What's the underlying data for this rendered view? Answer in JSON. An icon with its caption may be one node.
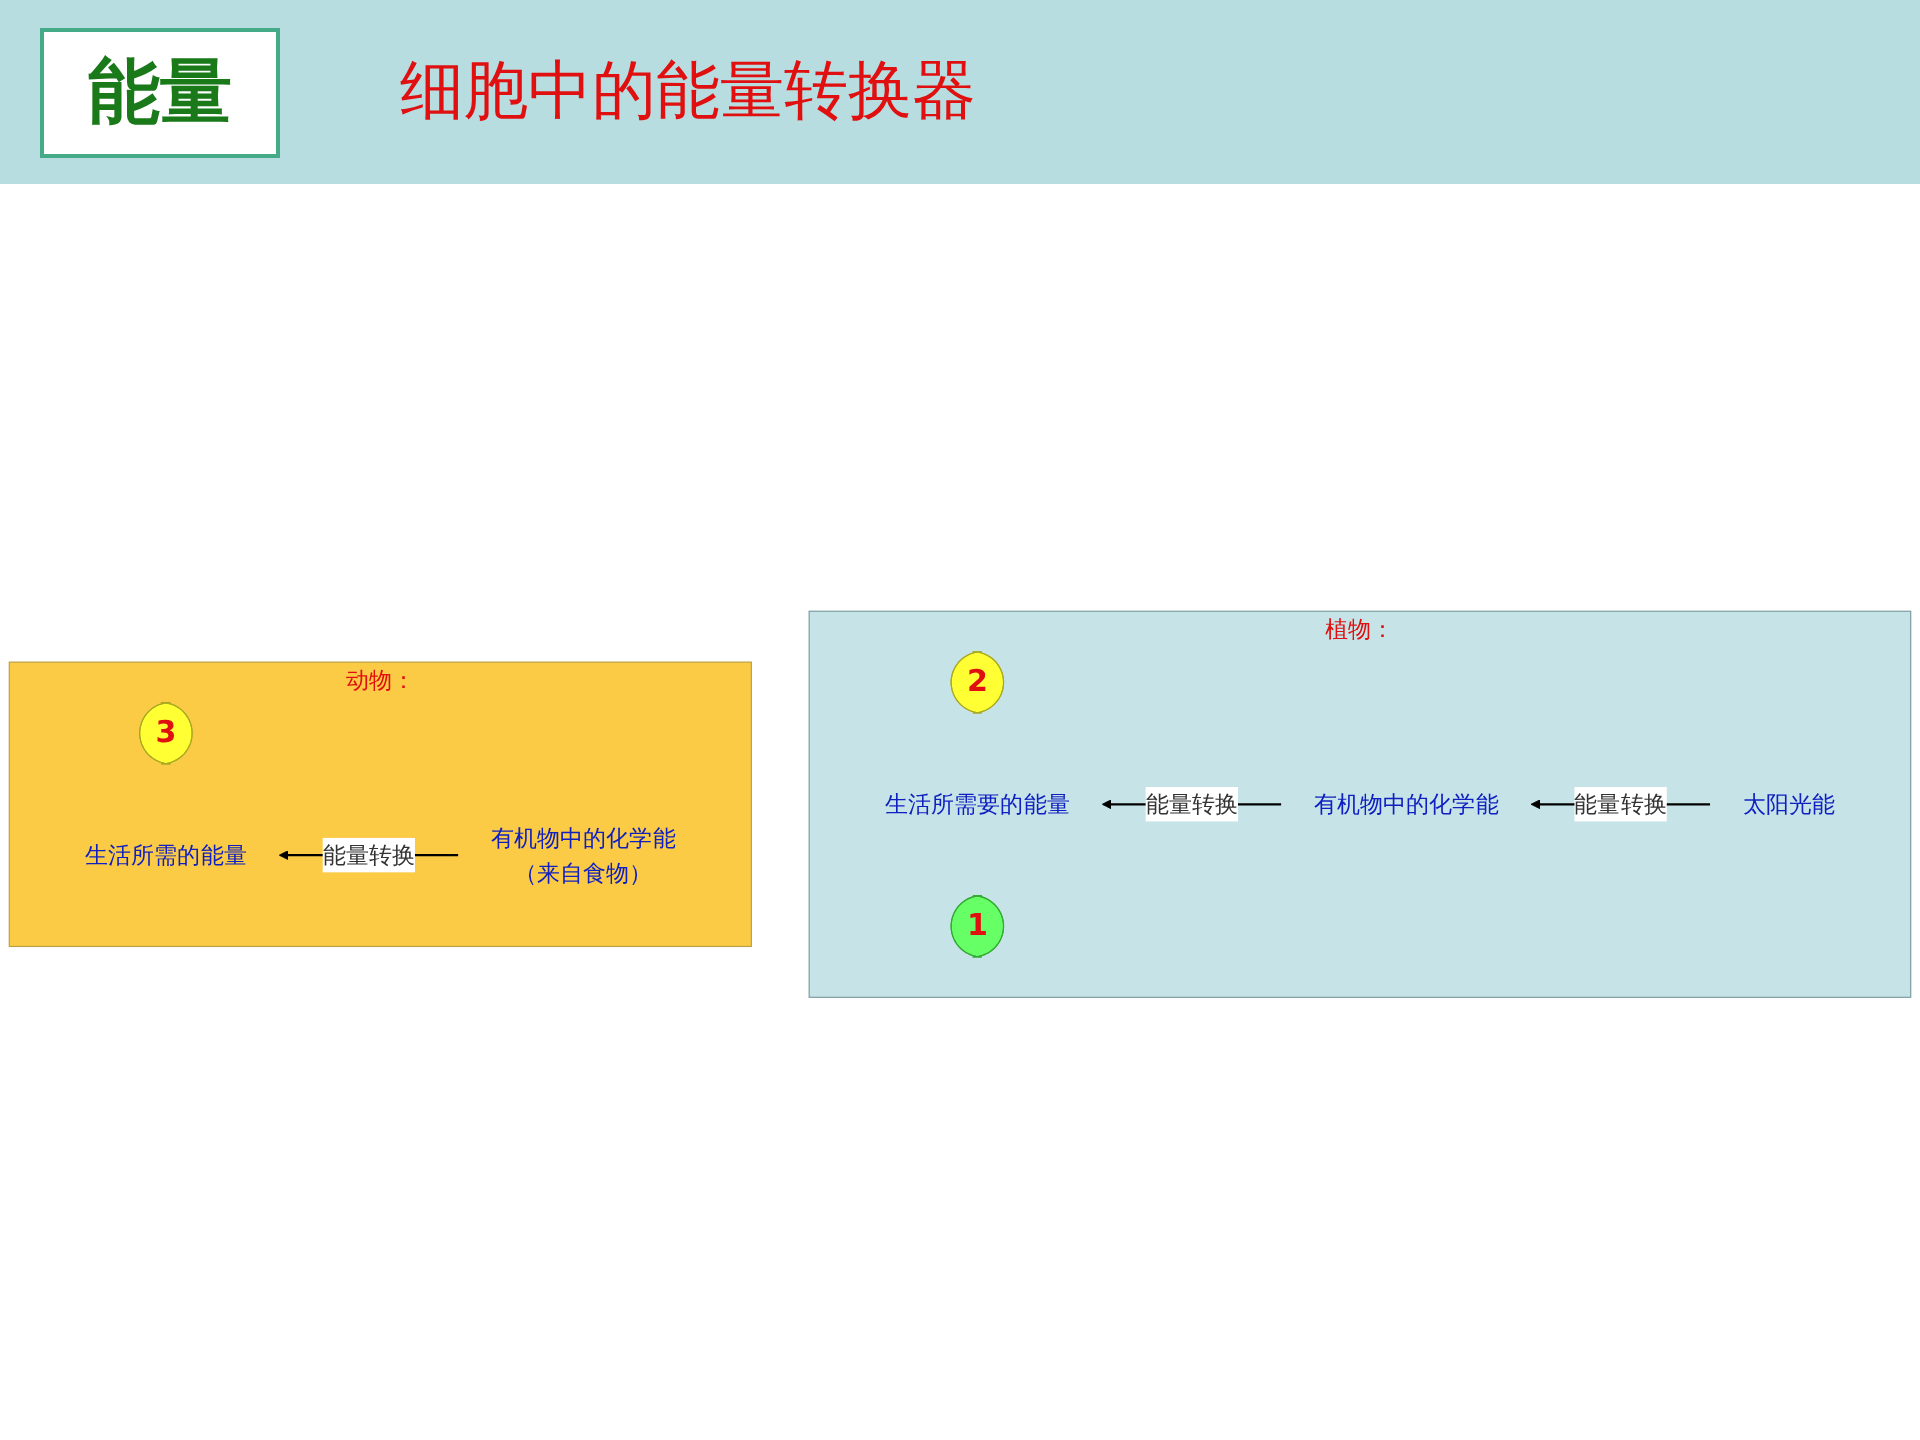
{
  "diagram": {
    "title": "细胞中的能量转换器",
    "nodes": [
      {
        "text": [
          "植物："
        ]
      },
      {
        "text": [
          "2"
        ],
        "in": 0
      },
      {
        "text": [
          "1"
        ],
        "in": 0
      },
      {
        "text": [
          "生活所需要的能量"
        ],
        "in": 0
      },
      {
        "text": [
          "有机物中的化学能"
        ],
        "in": 0
      },
      {
        "text": [
          "太阳光能"
        ],
        "in": 0
      },
      {
        "text": [
          "动物："
        ]
      },
      {
        "text": [
          "3"
        ],
        "in": 6
      },
      {
        "text": [
          "生活所需的能量"
        ],
        "in": 6
      },
      {
        "text": [
          "有机物中的化学能",
          "（来自食物）"
        ],
        "in": 6
      }
    ],
    "edges": [
      {
        "from": 5,
        "to": 4,
        "arrow": "to",
        "label": "能量转换"
      },
      {
        "from": 4,
        "to": 3,
        "arrow": "to",
        "label": "能量转换"
      },
      {
        "from": 9,
        "to": 8,
        "arrow": "to",
        "label": "能量转换"
      }
    ],
    "labels": [
      "能量"
    ]
  }
}
